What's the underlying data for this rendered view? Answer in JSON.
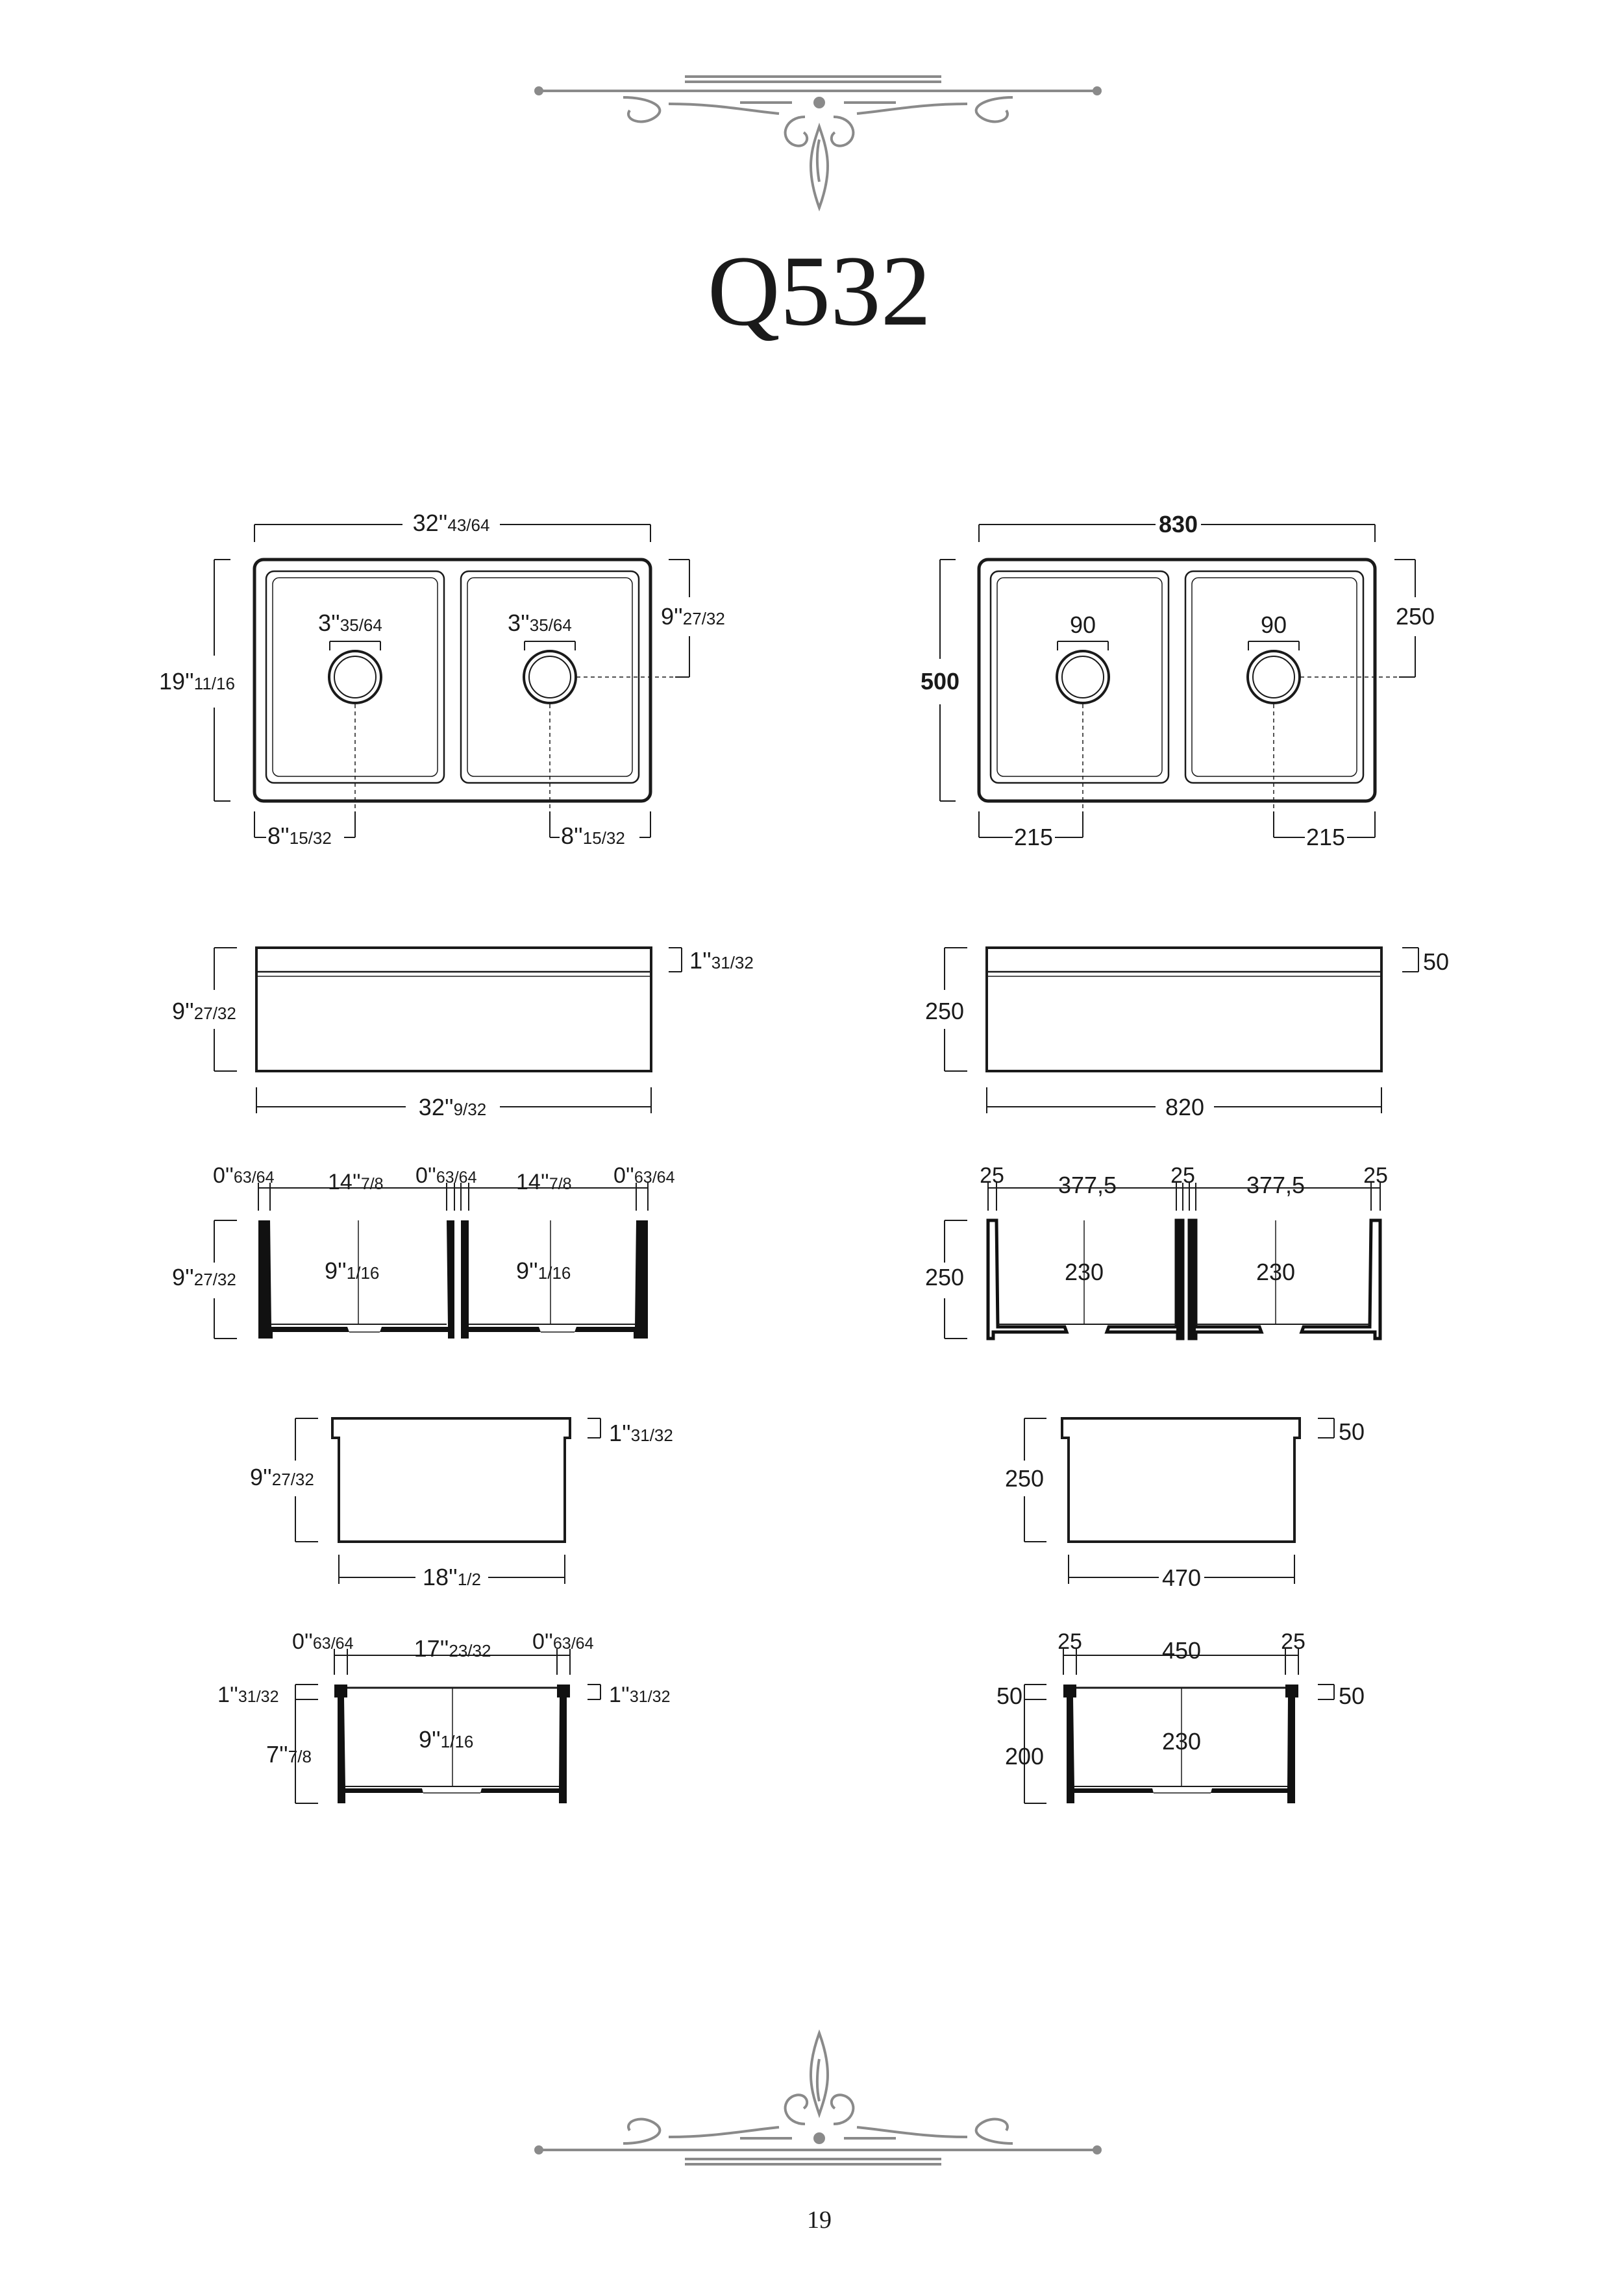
{
  "page": {
    "title": "Q532",
    "page_number": "19"
  },
  "colors": {
    "ink": "#1a1a1a",
    "ornament": "#8a8a8a",
    "fill_black": "#111111"
  },
  "imperial": {
    "top": {
      "width_main": "32''",
      "width_frac": "43/64",
      "depth_main": "19''",
      "depth_frac": "11/16",
      "drain_left_main": "3''",
      "drain_left_frac": "35/64",
      "drain_right_main": "3''",
      "drain_right_frac": "35/64",
      "drain_offset_main": "9''",
      "drain_offset_frac": "27/32",
      "edge_left_main": "8''",
      "edge_left_frac": "15/32",
      "edge_right_main": "8''",
      "edge_right_frac": "15/32"
    },
    "front": {
      "height_main": "9''",
      "height_frac": "27/32",
      "lip_main": "1''",
      "lip_frac": "31/32",
      "length_main": "32''",
      "length_frac": "9/32"
    },
    "section_double": {
      "wall_left_main": "0''",
      "wall_left_frac": "63/64",
      "bowl_left_main": "14''",
      "bowl_left_frac": "7/8",
      "wall_mid_main": "0''",
      "wall_mid_frac": "63/64",
      "bowl_right_main": "14''",
      "bowl_right_frac": "7/8",
      "wall_right_main": "0''",
      "wall_right_frac": "63/64",
      "height_main": "9''",
      "height_frac": "27/32",
      "depth_left_main": "9''",
      "depth_left_frac": "1/16",
      "depth_right_main": "9''",
      "depth_right_frac": "1/16"
    },
    "side": {
      "height_main": "9''",
      "height_frac": "27/32",
      "lip_main": "1''",
      "lip_frac": "31/32",
      "length_main": "18''",
      "length_frac": "1/2"
    },
    "section_single": {
      "wall_left_main": "0''",
      "wall_left_frac": "63/64",
      "bowl_main": "17''",
      "bowl_frac": "23/32",
      "wall_right_main": "0''",
      "wall_right_frac": "63/64",
      "top_left_main": "1''",
      "top_left_frac": "31/32",
      "top_right_main": "1''",
      "top_right_frac": "31/32",
      "lower_main": "7''",
      "lower_frac": "7/8",
      "depth_main": "9''",
      "depth_frac": "1/16"
    }
  },
  "metric": {
    "top": {
      "width": "830",
      "depth": "500",
      "drain_left": "90",
      "drain_right": "90",
      "drain_offset": "250",
      "edge_left": "215",
      "edge_right": "215"
    },
    "front": {
      "height": "250",
      "lip": "50",
      "length": "820"
    },
    "section_double": {
      "wall_left": "25",
      "bowl_left": "377,5",
      "wall_mid": "25",
      "bowl_right": "377,5",
      "wall_right": "25",
      "height": "250",
      "depth_left": "230",
      "depth_right": "230"
    },
    "side": {
      "height": "250",
      "lip": "50",
      "length": "470"
    },
    "section_single": {
      "wall_left": "25",
      "bowl": "450",
      "wall_right": "25",
      "top_left": "50",
      "top_right": "50",
      "lower": "200",
      "depth": "230"
    }
  }
}
